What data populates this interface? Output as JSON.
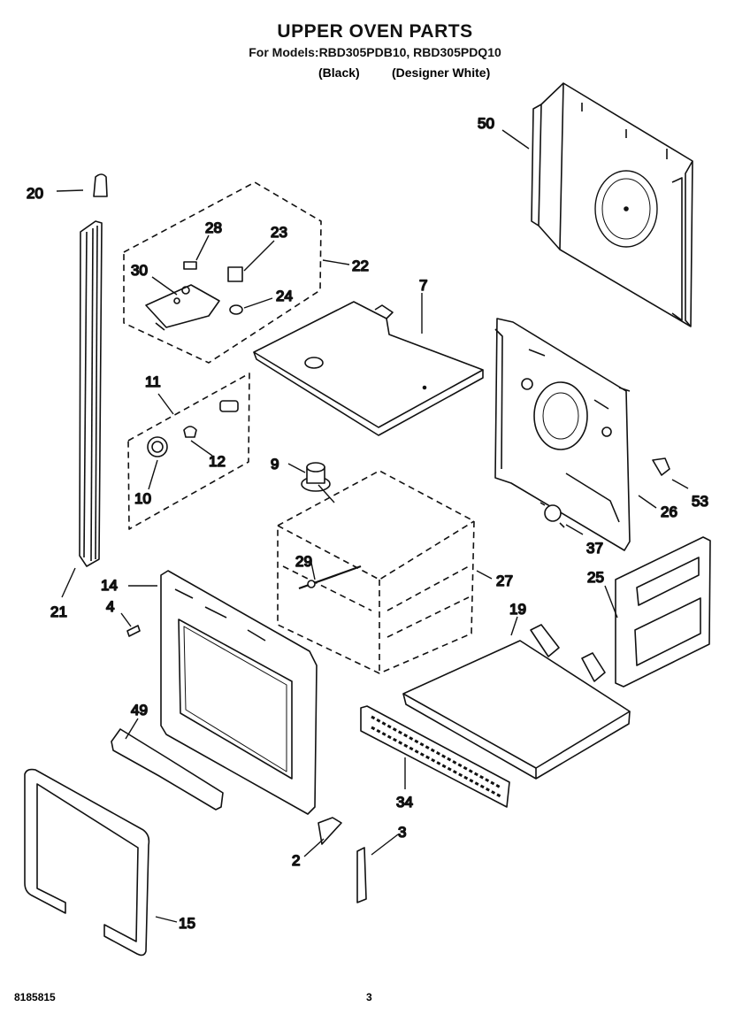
{
  "header": {
    "title": "UPPER OVEN PARTS",
    "models": "For Models:RBD305PDB10, RBD305PDQ10",
    "variant_black": "(Black)",
    "variant_white": "(Designer White)"
  },
  "callouts": {
    "c50": "50",
    "c20": "20",
    "c28": "28",
    "c23": "23",
    "c22": "22",
    "c30": "30",
    "c24": "24",
    "c7": "7",
    "c11": "11",
    "c12": "12",
    "c10": "10",
    "c9": "9",
    "c53": "53",
    "c26": "26",
    "c37": "37",
    "c29": "29",
    "c27": "27",
    "c14": "14",
    "c4": "4",
    "c21": "21",
    "c25": "25",
    "c19": "19",
    "c49": "49",
    "c34": "34",
    "c3": "3",
    "c2": "2",
    "c15": "15"
  },
  "footer": {
    "doc_number": "8185815",
    "page_number": "3"
  }
}
